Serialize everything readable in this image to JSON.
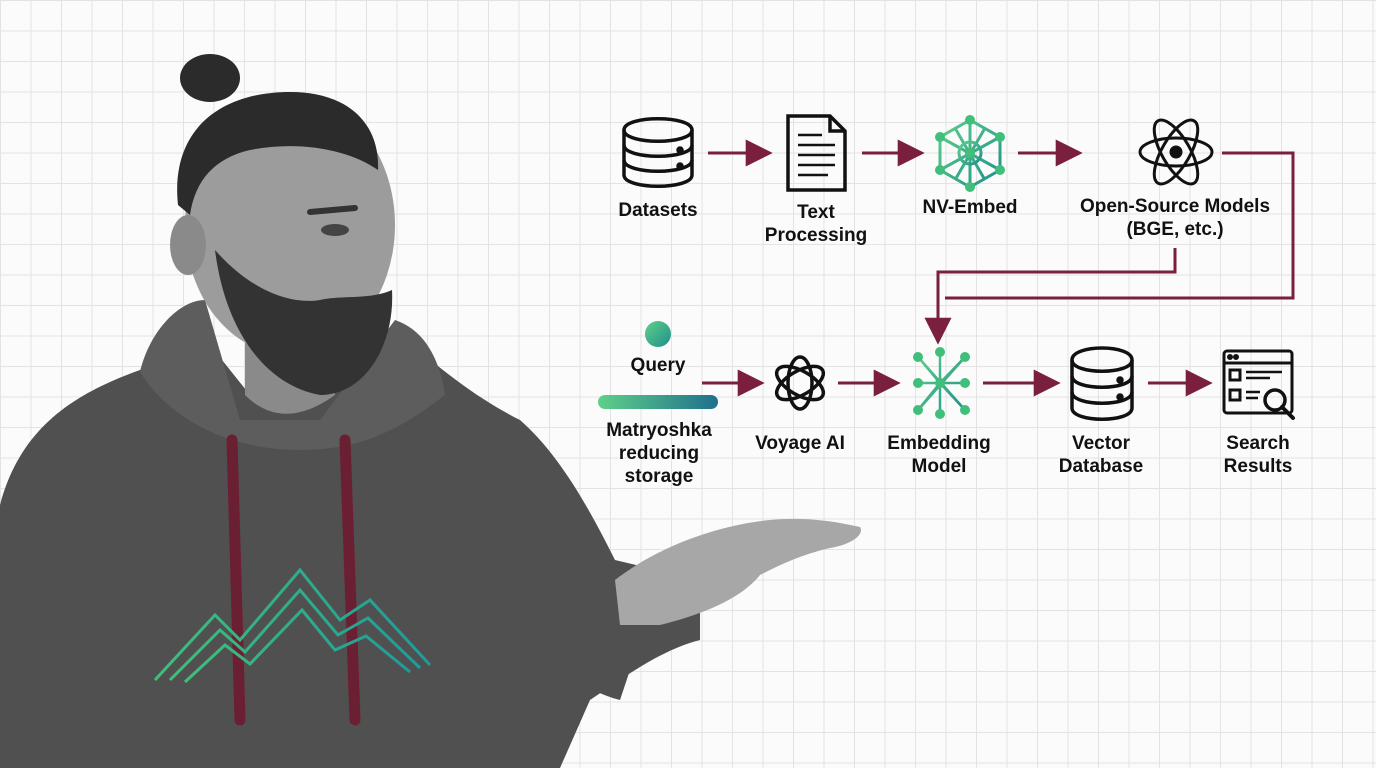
{
  "diagram": {
    "colors": {
      "arrow": "#7a1f3d",
      "icon": "#111111",
      "accent_green": "#3fbf7a",
      "accent_teal": "#1f7d8c",
      "hoodie_string": "#6b1f33"
    },
    "nodes": {
      "datasets": {
        "label": "Datasets",
        "icon": "database-icon"
      },
      "text_processing": {
        "label": "Text\nProcessing",
        "icon": "document-icon"
      },
      "nv_embed": {
        "label": "NV-Embed",
        "icon": "neural-network-icon"
      },
      "open_source": {
        "label": "Open-Source Models\n(BGE, etc.)",
        "icon": "atom-icon"
      },
      "query": {
        "label": "Query",
        "icon": "query-dot-icon"
      },
      "matryoshka": {
        "label": "Matryoshka\nreducing\nstorage",
        "icon": "storage-bar-icon"
      },
      "voyage": {
        "label": "Voyage AI",
        "icon": "openai-knot-icon"
      },
      "embedding": {
        "label": "Embedding\nModel",
        "icon": "neural-network-icon"
      },
      "vector_db": {
        "label": "Vector\nDatabase",
        "icon": "database-icon"
      },
      "search_results": {
        "label": "Search\nResults",
        "icon": "search-results-icon"
      }
    },
    "edges": [
      {
        "from": "Datasets",
        "to": "Text Processing"
      },
      {
        "from": "Text Processing",
        "to": "NV-Embed"
      },
      {
        "from": "NV-Embed",
        "to": "Open-Source Models"
      },
      {
        "from": "Open-Source Models",
        "to": "Embedding Model"
      },
      {
        "from": "Query",
        "to": "Voyage AI"
      },
      {
        "from": "Voyage AI",
        "to": "Embedding Model"
      },
      {
        "from": "Embedding Model",
        "to": "Vector Database"
      },
      {
        "from": "Vector Database",
        "to": "Search Results"
      }
    ]
  },
  "presenter": {
    "description_icon": "presenter-photo"
  }
}
